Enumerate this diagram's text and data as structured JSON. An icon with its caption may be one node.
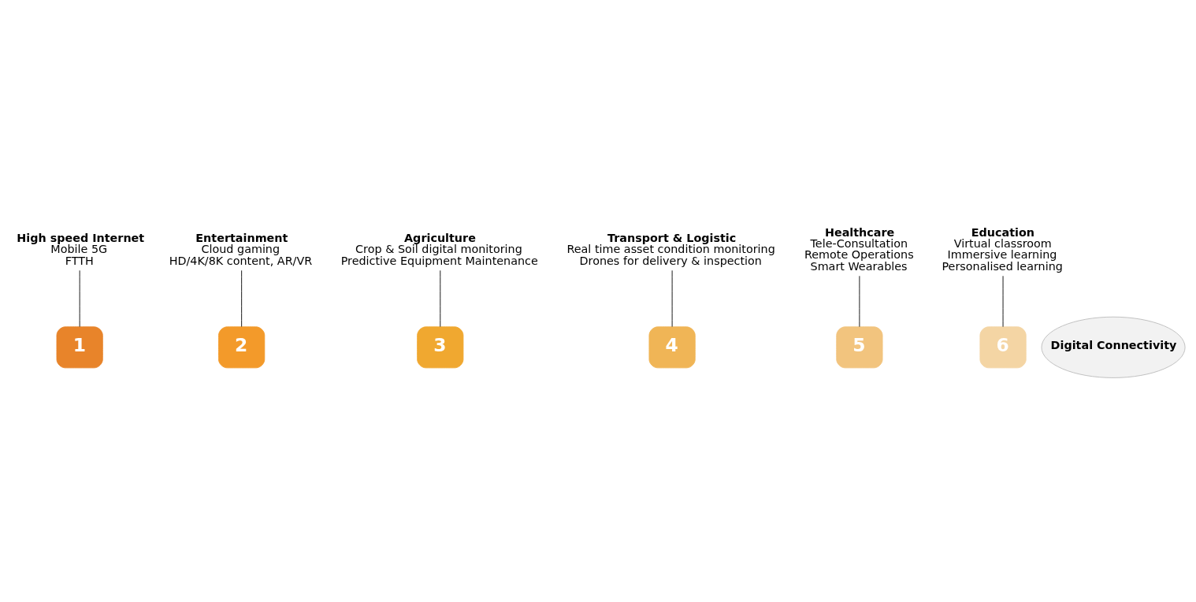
{
  "diagram": {
    "nodes": [
      {
        "text": [
          "Transport & Logistic",
          "Real time asset condition monitoring",
          "Drones for delivery & inspection"
        ]
      },
      {
        "text": [
          "Agriculture",
          "Crop & Soil digital monitoring",
          "Predictive Equipment Maintenance"
        ]
      },
      {
        "text": [
          "Healthcare",
          "Tele-Consultation",
          "Remote Operations",
          "Smart Wearables"
        ]
      },
      {
        "text": [
          "3"
        ]
      },
      {
        "text": [
          "4"
        ]
      },
      {
        "text": [
          "5"
        ]
      },
      {
        "text": [
          "Entertainment",
          "Cloud gaming",
          "HD/4K/8K content, AR/VR"
        ]
      },
      {
        "text": [
          "2"
        ]
      },
      {
        "text": [
          "Digital Connectivity"
        ]
      },
      {
        "text": [
          "6"
        ]
      },
      {
        "text": [
          "Education",
          "Virtual classroom",
          "Immersive learning",
          "Personalised learning"
        ]
      },
      {
        "text": [
          "1"
        ]
      },
      {
        "text": [
          "High speed Internet",
          "Mobile 5G",
          "FTTH"
        ]
      }
    ],
    "edges": [
      {
        "from": 0,
        "to": 4,
        "arrow": "none"
      },
      {
        "from": 1,
        "to": 3,
        "arrow": "none"
      },
      {
        "from": 2,
        "to": 5,
        "arrow": "none"
      },
      {
        "from": 6,
        "to": 7,
        "arrow": "none"
      },
      {
        "from": 10,
        "to": 9,
        "arrow": "none"
      },
      {
        "from": 12,
        "to": 11,
        "arrow": "none"
      }
    ]
  }
}
